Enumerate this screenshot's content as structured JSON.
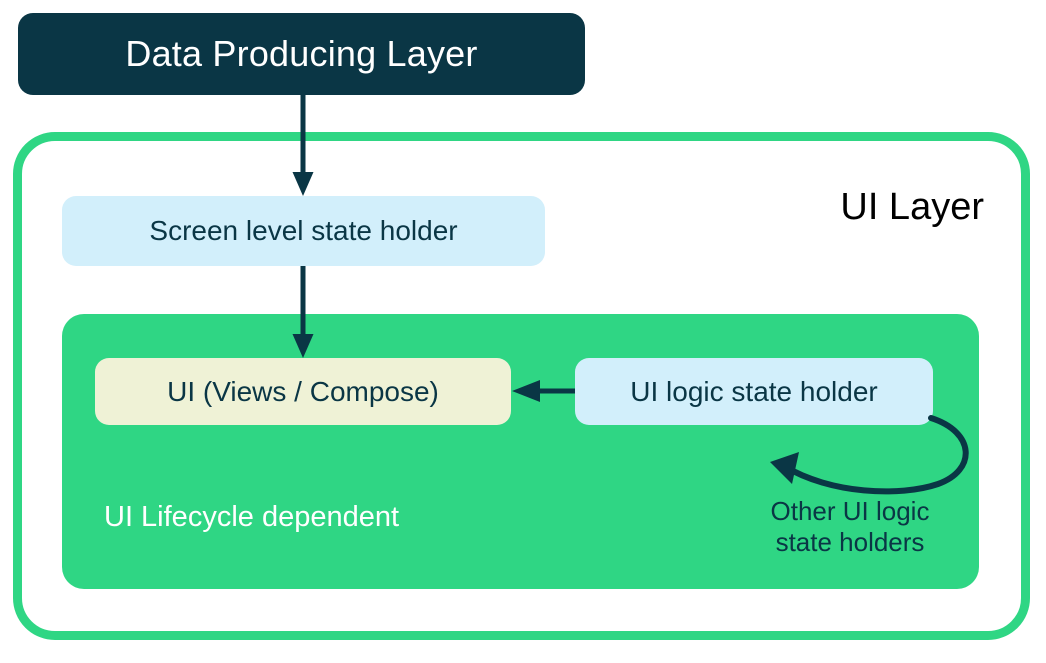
{
  "diagram": {
    "title": "Android UI Layer architecture",
    "colors": {
      "dark_navy": "#0A3645",
      "green": "#2FD684",
      "light_blue": "#D2EFFB",
      "cream": "#EFF2D6",
      "white": "#FFFFFF",
      "black": "#000000"
    },
    "nodes": {
      "data_producing_layer": "Data Producing Layer",
      "ui_layer_title": "UI Layer",
      "screen_level_state_holder": "Screen level state holder",
      "ui_views_compose": "UI (Views / Compose)",
      "ui_logic_state_holder": "UI logic state holder",
      "lifecycle_label": "UI Lifecycle dependent",
      "other_holders_line1": "Other UI logic",
      "other_holders_line2": "state holders"
    },
    "arrows": [
      {
        "name": "data-producing-to-screen-state-holder",
        "from": "Data Producing Layer",
        "to": "Screen level state holder",
        "direction": "down"
      },
      {
        "name": "screen-state-holder-to-ui",
        "from": "Screen level state holder",
        "to": "UI (Views / Compose)",
        "direction": "down"
      },
      {
        "name": "ui-logic-to-ui",
        "from": "UI logic state holder",
        "to": "UI (Views / Compose)",
        "direction": "left"
      },
      {
        "name": "other-ui-logic-loop",
        "from": "UI logic state holder",
        "to": "UI logic state holder",
        "direction": "curved-loop"
      }
    ]
  }
}
